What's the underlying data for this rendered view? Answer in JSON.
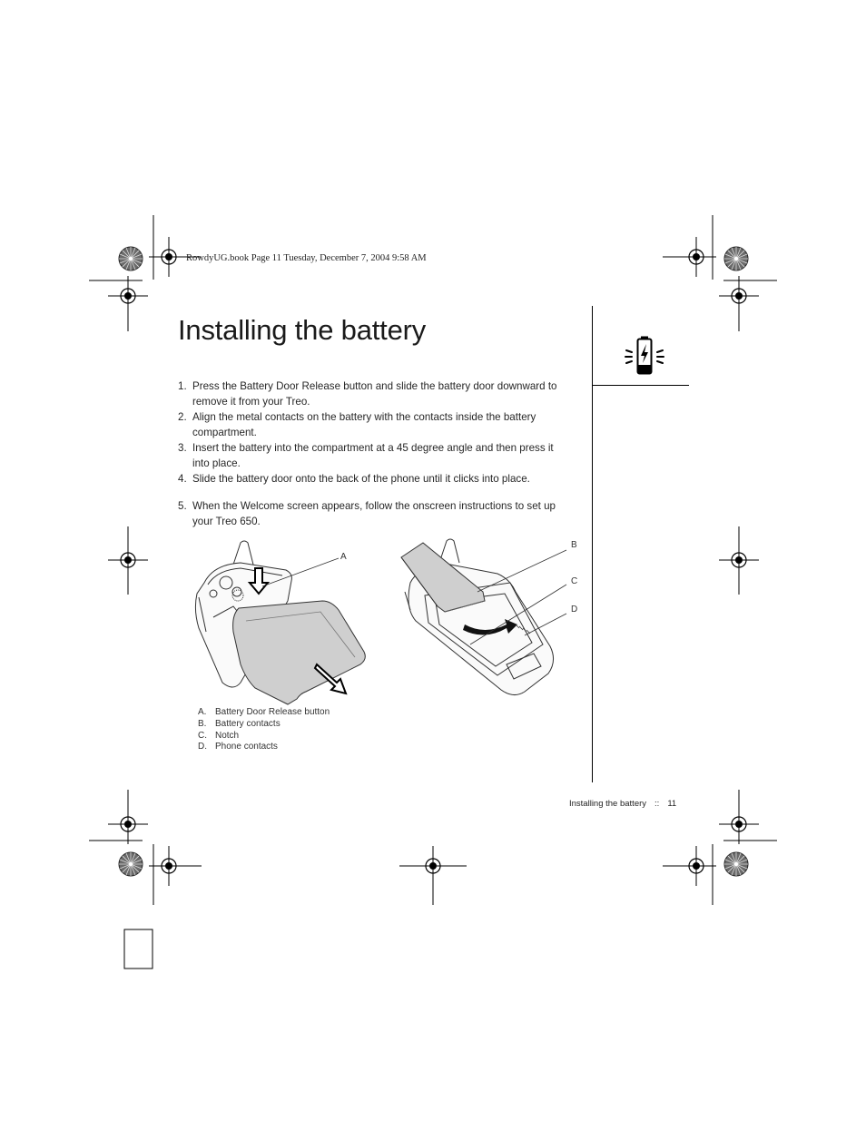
{
  "header_note": "RowdyUG.book  Page 11  Tuesday, December 7, 2004  9:58 AM",
  "title": "Installing the battery",
  "steps": [
    {
      "num": "1.",
      "text": "Press the Battery Door Release button and slide the battery door downward to remove it from your Treo."
    },
    {
      "num": "2.",
      "text": "Align the metal contacts on the battery with the contacts inside the battery compartment."
    },
    {
      "num": "3.",
      "text": "Insert the battery into the compartment at a 45 degree angle and then press it into place."
    },
    {
      "num": "4.",
      "text": "Slide the battery door onto the back of the phone until it clicks into place."
    },
    {
      "num": "5.",
      "text": "When the Welcome screen appears, follow the onscreen instructions to set up your Treo 650."
    }
  ],
  "figure_labels": {
    "a": "A",
    "b": "B",
    "c": "C",
    "d": "D"
  },
  "legend": [
    {
      "letter": "A.",
      "text": "Battery Door Release button"
    },
    {
      "letter": "B.",
      "text": "Battery contacts"
    },
    {
      "letter": "C.",
      "text": "Notch"
    },
    {
      "letter": "D.",
      "text": "Phone contacts"
    }
  ],
  "footer": {
    "section": "Installing the battery",
    "separator": "::",
    "page": "11"
  },
  "icons": {
    "side_icon": "battery-charging-icon",
    "registration_mark": "crosshair-register-icon",
    "target_mark": "starburst-target-icon"
  }
}
